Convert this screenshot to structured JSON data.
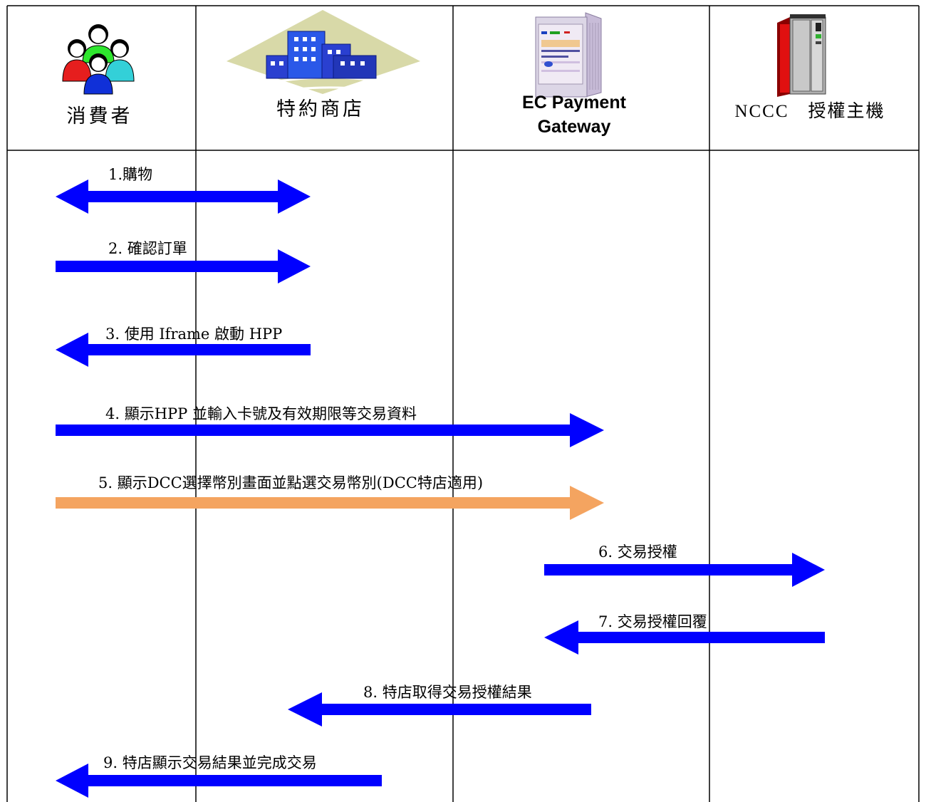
{
  "participants": [
    {
      "name": "消費者",
      "icon": "consumers-icon"
    },
    {
      "name": "特約商店",
      "icon": "merchant-building-icon"
    },
    {
      "name": "EC Payment",
      "name2": "Gateway",
      "icon": "gateway-server-icon"
    },
    {
      "name": "NCCC　授權主機",
      "icon": "nccc-mainframe-icon"
    }
  ],
  "messages": [
    {
      "label": "1.購物",
      "color": "#0000ff",
      "direction": "both",
      "from": 0,
      "to": 1
    },
    {
      "label": "2. 確認訂單",
      "color": "#0000ff",
      "direction": "right",
      "from": 0,
      "to": 1
    },
    {
      "label": "3. 使用 Iframe 啟動  HPP",
      "color": "#0000ff",
      "direction": "left",
      "from": 1,
      "to": 0
    },
    {
      "label": "4. 顯示HPP 並輸入卡號及有效期限等交易資料",
      "color": "#0000ff",
      "direction": "right",
      "from": 0,
      "to": 2
    },
    {
      "label": "5. 顯示DCC選擇幣別畫面並點選交易幣別(DCC特店適用)",
      "color": "#f4a460",
      "direction": "right",
      "from": 0,
      "to": 2
    },
    {
      "label": "6. 交易授權",
      "color": "#0000ff",
      "direction": "right",
      "from": 2,
      "to": 3
    },
    {
      "label": "7. 交易授權回覆",
      "color": "#0000ff",
      "direction": "left",
      "from": 3,
      "to": 2
    },
    {
      "label": "8. 特店取得交易授權結果",
      "color": "#0000ff",
      "direction": "left",
      "from": 2,
      "to": 1
    },
    {
      "label": "9. 特店顯示交易結果並完成交易",
      "color": "#0000ff",
      "direction": "left",
      "from": 1,
      "to": 0
    }
  ]
}
